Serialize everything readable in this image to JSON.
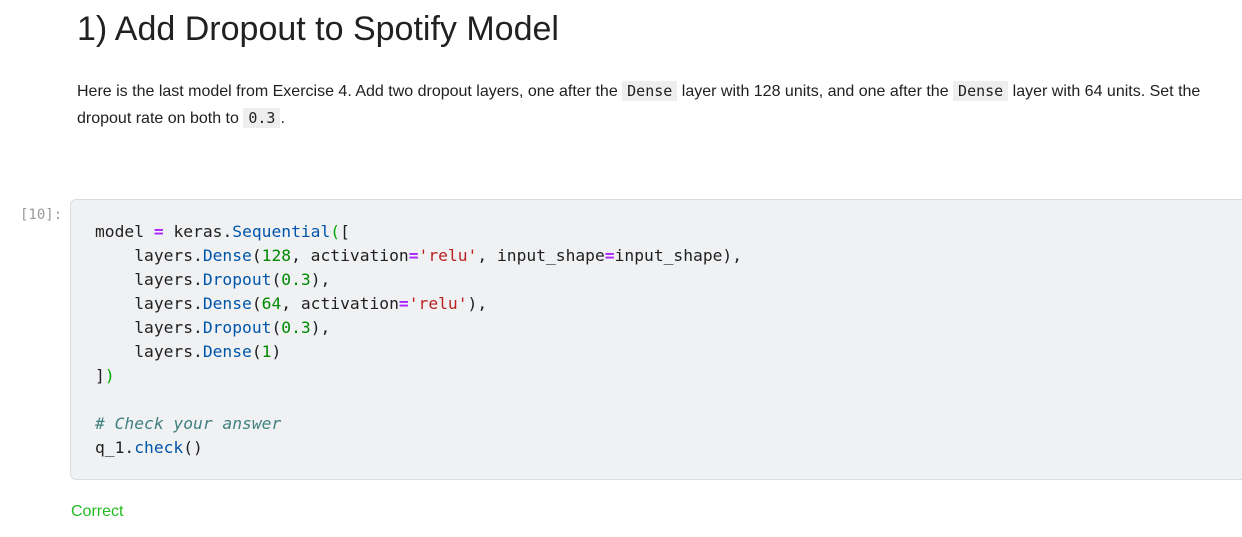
{
  "heading": "1) Add Dropout to Spotify Model",
  "paragraph": {
    "t1": "Here is the last model from Exercise 4. Add two dropout layers, one after the ",
    "c1": "Dense",
    "t2": " layer with 128 units, and one after the ",
    "c2": "Dense",
    "t3": " layer with 64 units. Set the dropout rate on both to ",
    "c3": "0.3",
    "t4": "."
  },
  "cell": {
    "prompt": "[10]:",
    "code": [
      [
        [
          "model ",
          ""
        ],
        [
          "=",
          "op"
        ],
        [
          " keras.",
          ""
        ],
        [
          "Sequential",
          "fn"
        ],
        [
          "(",
          "br"
        ],
        [
          "[",
          ""
        ]
      ],
      [
        [
          "    layers.",
          ""
        ],
        [
          "Dense",
          "fn"
        ],
        [
          "(",
          ""
        ],
        [
          "128",
          "num"
        ],
        [
          ", activation",
          ""
        ],
        [
          "=",
          "op"
        ],
        [
          "'relu'",
          "str"
        ],
        [
          ", input_shape",
          ""
        ],
        [
          "=",
          "op"
        ],
        [
          "input_shape),",
          ""
        ]
      ],
      [
        [
          "    layers.",
          ""
        ],
        [
          "Dropout",
          "fn"
        ],
        [
          "(",
          ""
        ],
        [
          "0.3",
          "num"
        ],
        [
          "),",
          ""
        ]
      ],
      [
        [
          "    layers.",
          ""
        ],
        [
          "Dense",
          "fn"
        ],
        [
          "(",
          ""
        ],
        [
          "64",
          "num"
        ],
        [
          ", activation",
          ""
        ],
        [
          "=",
          "op"
        ],
        [
          "'relu'",
          "str"
        ],
        [
          "),",
          ""
        ]
      ],
      [
        [
          "    layers.",
          ""
        ],
        [
          "Dropout",
          "fn"
        ],
        [
          "(",
          ""
        ],
        [
          "0.3",
          "num"
        ],
        [
          "),",
          ""
        ]
      ],
      [
        [
          "    layers.",
          ""
        ],
        [
          "Dense",
          "fn"
        ],
        [
          "(",
          ""
        ],
        [
          "1",
          "num"
        ],
        [
          ")",
          ""
        ]
      ],
      [
        [
          "]",
          ""
        ],
        [
          ")",
          "br"
        ]
      ],
      [
        [
          "",
          ""
        ]
      ],
      [
        [
          "# Check your answer",
          "cm"
        ]
      ],
      [
        [
          "q_1.",
          ""
        ],
        [
          "check",
          "fn"
        ],
        [
          "()",
          ""
        ]
      ]
    ]
  },
  "output": "Correct"
}
